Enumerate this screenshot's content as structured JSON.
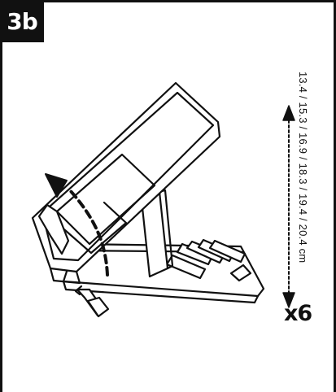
{
  "step": {
    "label": "3b"
  },
  "dimensions": {
    "text": "13.4 / 15.3 / 16.9 / 18.3 / 19.4 / 20.4 cm"
  },
  "quantity": {
    "text": "x6"
  }
}
